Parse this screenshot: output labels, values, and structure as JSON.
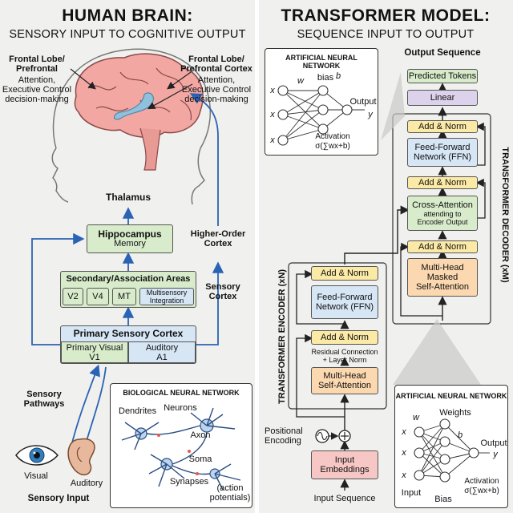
{
  "left": {
    "title": "HUMAN BRAIN:",
    "subtitle": "SENSORY INPUT TO COGNITIVE OUTPUT",
    "frontal_left": {
      "name": "Frontal Lobe/\nPrefrontal",
      "desc": "Attention,\nExecutive Control\ndecision-making"
    },
    "frontal_right": {
      "name": "Frontal Lobe/\nPrefrontal Cortex",
      "desc": "Attention,\nExecutive Control\ndecision-making"
    },
    "thalamus": "Thalamus",
    "hippocampus": {
      "name": "Hippocampus",
      "desc": "Memory"
    },
    "higher_order": "Higher-Order\nCortex",
    "secondary": {
      "name": "Secondary/Association Areas",
      "areas": [
        "V2",
        "V4",
        "MT"
      ],
      "multisensory": "Multisensory\nIntegration"
    },
    "sensory_cortex": "Sensory\nCortex",
    "primary": {
      "name": "Primary Sensory Cortex",
      "visual": "Primary Visual\nV1",
      "auditory": "Auditory\nA1"
    },
    "sensory_pathways": "Sensory\nPathways",
    "visual": "Visual",
    "auditory": "Auditory",
    "sensory_input": "Sensory Input",
    "bio_net": {
      "title": "BIOLOGICAL NEURAL NETWORK",
      "dendrites": "Dendrites",
      "neurons": "Neurons",
      "axon": "Axon",
      "soma": "Soma",
      "synapses": "Synapses",
      "action": "(action\npotentials)"
    }
  },
  "right": {
    "title": "TRANSFORMER MODEL:",
    "subtitle": "SEQUENCE INPUT TO OUTPUT",
    "ann_top": {
      "title": "ARTIFICIAL NEURAL\nNETWORK",
      "xi": "x",
      "x2": "x",
      "xi2": "x",
      "wij": "w",
      "bias": "bias",
      "b": "b",
      "output": "Output",
      "yj": "y",
      "activation": "Activation\nσ(∑wx+b)"
    },
    "output_sequence": "Output Sequence",
    "predicted_tokens": "Predicted Tokens",
    "linear": "Linear",
    "decoder": {
      "label": "TRANSFORMER DECODER (xM)",
      "add_norm_1": "Add & Norm",
      "ffn": "Feed-Forward\nNetwork (FFN)",
      "add_norm_2": "Add & Norm",
      "cross_attention": "Cross-Attention",
      "cross_sub": "attending to\nEncoder Output",
      "add_norm_3": "Add & Norm",
      "masked": "Multi-Head\nMasked\nSelf-Attention"
    },
    "encoder": {
      "label": "TRANSFORMER ENCODER (xN)",
      "add_norm_1": "Add & Norm",
      "ffn": "Feed-Forward\nNetwork (FFN)",
      "add_norm_2": "Add & Norm",
      "residual": "Residual Connection\n+ Layer Norm",
      "mhsa": "Multi-Head\nSelf-Attention"
    },
    "positional": "Positional\nEncoding",
    "input_embeddings": "Input\nEmbeddings",
    "input_sequence": "Input Sequence",
    "ann_bottom": {
      "title": "ARTIFICIAL NEURAL NETWORK",
      "weights": "Weights",
      "wij": "w",
      "b": "b",
      "xi": "x",
      "xx": "x",
      "xi2": "x",
      "output": "Output",
      "yj": "y",
      "input": "Input",
      "bias": "Bias",
      "activation": "Activation\nσ(∑wx+b)"
    }
  },
  "colors": {
    "yellow": "#fbe9a6",
    "green": "#d8eccb",
    "blue": "#d6e6f5",
    "orange": "#fbd8b0",
    "purple": "#ddd2ec",
    "pink": "#f6c7c4",
    "arrow_blue": "#2a63b5",
    "brain": "#f2a7a3"
  }
}
